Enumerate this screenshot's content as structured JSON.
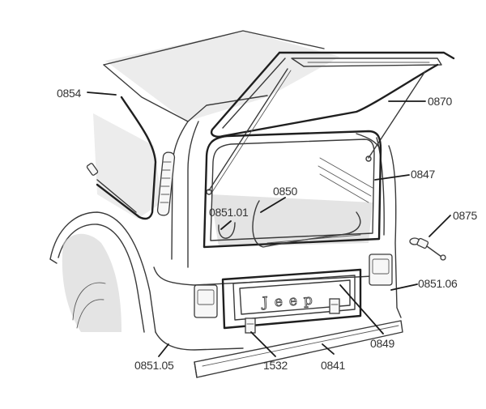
{
  "diagram": {
    "subject": "Jeep rear tailgate and hardtop parts diagram",
    "badge_text": "Jeep",
    "callouts": [
      {
        "id": "0854",
        "label": "0854"
      },
      {
        "id": "0870",
        "label": "0870"
      },
      {
        "id": "0847",
        "label": "0847"
      },
      {
        "id": "0850",
        "label": "0850"
      },
      {
        "id": "0851.01",
        "label": "0851.01"
      },
      {
        "id": "0875",
        "label": "0875"
      },
      {
        "id": "0851.06",
        "label": "0851.06"
      },
      {
        "id": "0849",
        "label": "0849"
      },
      {
        "id": "0851.05",
        "label": "0851.05"
      },
      {
        "id": "1532",
        "label": "1532"
      },
      {
        "id": "0841",
        "label": "0841"
      }
    ]
  }
}
